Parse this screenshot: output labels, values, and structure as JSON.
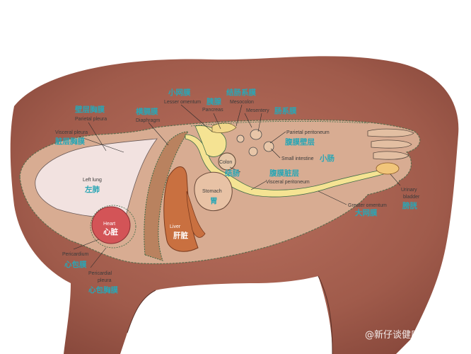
{
  "labels": {
    "parietal_pleura": {
      "en": "Parietal pleura",
      "zh": "壁层胸膜"
    },
    "visceral_pleura": {
      "en": "Visceral pleura",
      "zh": "脏层胸膜"
    },
    "diaphragm": {
      "en": "Diaphragm",
      "zh": "横膈膜"
    },
    "lesser_omentum": {
      "en": "Lesser omentum",
      "zh": "小网膜"
    },
    "pancreas": {
      "en": "Pancreas",
      "zh": "胰腺"
    },
    "mesocolon": {
      "en": "Mesocolon",
      "zh": "结肠系膜"
    },
    "mesentery": {
      "en": "Mesentery",
      "zh": "肠系膜"
    },
    "parietal_peritoneum": {
      "en": "Parietal peritoneum",
      "zh": "腹膜壁层"
    },
    "small_intestine": {
      "en": "Small intestine",
      "zh": "小肠"
    },
    "colon": {
      "en": "Colon",
      "zh": "结肠"
    },
    "visceral_peritoneum": {
      "en": "Visceral peritoneum",
      "zh": "腹膜脏层"
    },
    "left_lung": {
      "en": "Left lung",
      "zh": "左肺"
    },
    "stomach": {
      "en": "Stomach",
      "zh": "胃"
    },
    "heart": {
      "en": "Heart",
      "zh": "心脏"
    },
    "liver": {
      "en": "Liver",
      "zh": "肝脏"
    },
    "urinary_bladder": {
      "en": "Urinary bladder",
      "zh": "膀胱"
    },
    "greater_omentum": {
      "en": "Greater omentum",
      "zh": "大网膜"
    },
    "pericardium": {
      "en": "Pericardium",
      "zh": "心包膜"
    },
    "pericardial_pleura": {
      "en": "Pericardial pleura",
      "zh": "心包胸膜"
    }
  },
  "watermark": "@新仔谈健康",
  "colors": {
    "body": "#9e5a4c",
    "cavity": "#d8ac92",
    "lung": "#f2e2e0",
    "heart": "#d35457",
    "liver": "#c97040",
    "membrane_yellow": "#f5e393",
    "membrane_line": "#3e6b48",
    "label_zh": "#2aa6b5"
  }
}
